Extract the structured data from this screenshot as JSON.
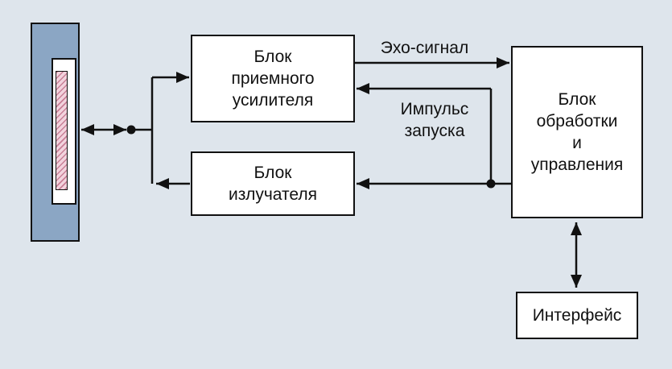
{
  "diagram": {
    "blocks": {
      "receiver": "Блок\nприемного\nусилителя",
      "emitter": "Блок\nизлучателя",
      "processor": "Блок\nобработки\nи\nуправления",
      "interface": "Интерфейс"
    },
    "labels": {
      "echo_signal": "Эхо-сигнал",
      "trigger_pulse": "Импульс\nзапуска"
    },
    "colors": {
      "background": "#dee5ec",
      "box_fill": "#ffffff",
      "line": "#111111",
      "transducer_body": "#8ba6c4",
      "transducer_element_fill": "#f2d3dd",
      "transducer_element_hatch": "#c87f96"
    }
  }
}
